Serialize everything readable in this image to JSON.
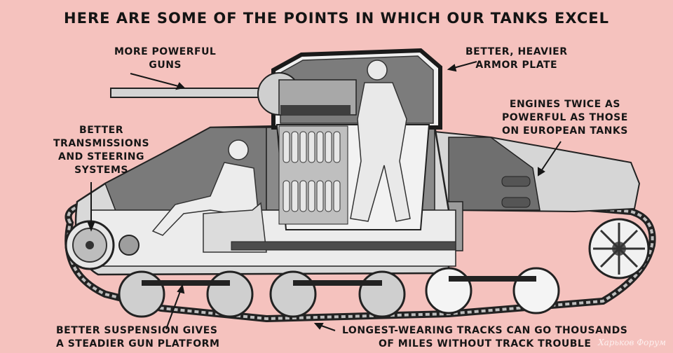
{
  "title": "HERE ARE SOME OF THE POINTS IN WHICH OUR TANKS EXCEL",
  "callouts": {
    "guns": [
      "MORE POWERFUL",
      "GUNS"
    ],
    "armor": [
      "BETTER, HEAVIER",
      "ARMOR PLATE"
    ],
    "engines": [
      "ENGINES TWICE AS",
      "POWERFUL AS THOSE",
      "ON EUROPEAN TANKS"
    ],
    "transmissions": [
      "BETTER",
      "TRANSMISSIONS",
      "AND STEERING",
      "SYSTEMS"
    ],
    "suspension": [
      "BETTER SUSPENSION GIVES",
      "A STEADIER GUN PLATFORM"
    ],
    "tracks": [
      "LONGEST-WEARING TRACKS CAN GO THOUSANDS",
      "OF MILES WITHOUT TRACK TROUBLE"
    ]
  },
  "watermark": "Харьков Форум",
  "colors": {
    "background": "#f5c2be",
    "hull_light": "#d9d9d9",
    "hull_dark": "#7d7d7d",
    "interior": "#f2f2f2",
    "ink": "#161616"
  }
}
